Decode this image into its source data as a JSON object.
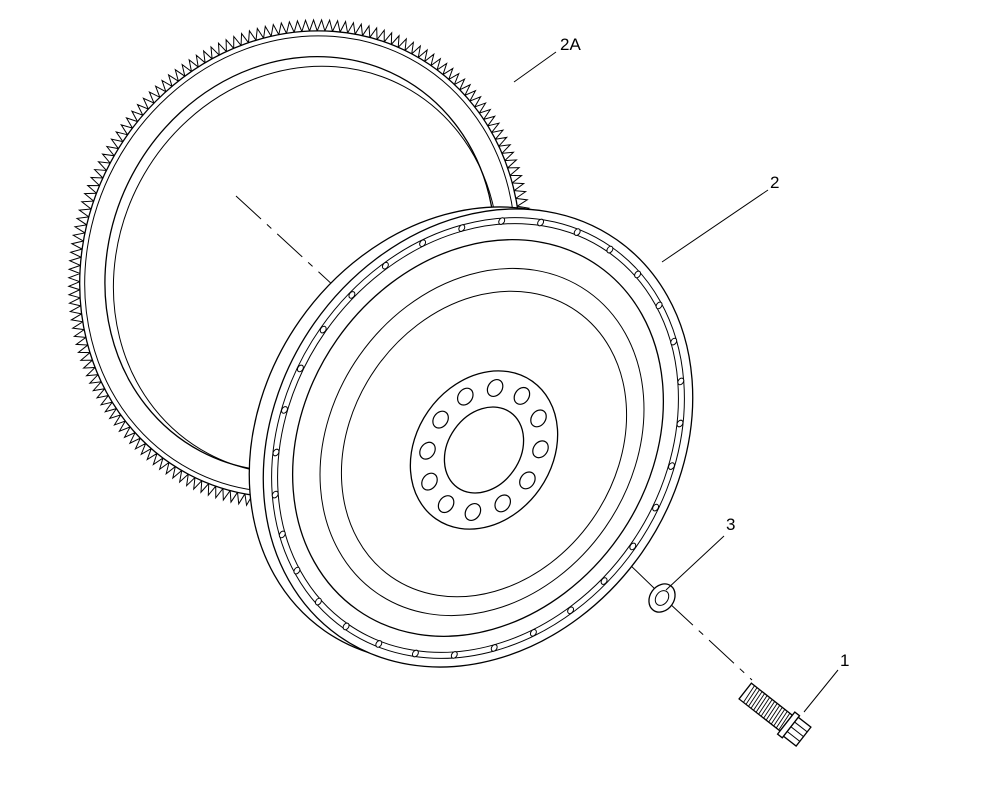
{
  "callouts": {
    "ring_gear": "2A",
    "flywheel": "2",
    "washer": "3",
    "bolt": "1"
  },
  "colors": {
    "line": "#000000",
    "background": "#ffffff"
  }
}
